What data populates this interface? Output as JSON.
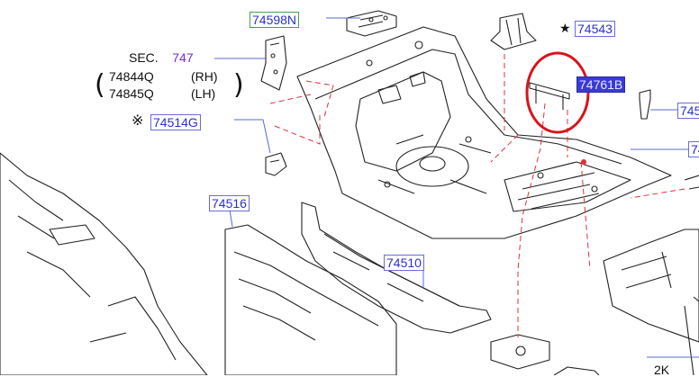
{
  "labels": {
    "p74598N": "74598N",
    "p74543": "74543",
    "p74761B": "74761B",
    "p74514G": "74514G",
    "p74516": "74516",
    "p74510": "74510",
    "p745_right": "745",
    "p74_right": "74",
    "p2K": "2K"
  },
  "section": {
    "sec_text": "SEC.",
    "sec_number": "747",
    "part_rh": "74844Q",
    "side_rh": "(RH)",
    "part_lh": "74845Q",
    "side_lh": "(LH)",
    "open_paren": "(",
    "close_paren": ")"
  },
  "symbols": {
    "star": "★",
    "reference_mark": "※"
  },
  "colors": {
    "label_text": "#2a2fd0",
    "label_border": "#6b6bd8",
    "selected_bg": "#3a3ad8",
    "highlight_circle": "#d8141c",
    "dash_lines": "#e0303a",
    "leader_lines": "#5a6ad0"
  }
}
